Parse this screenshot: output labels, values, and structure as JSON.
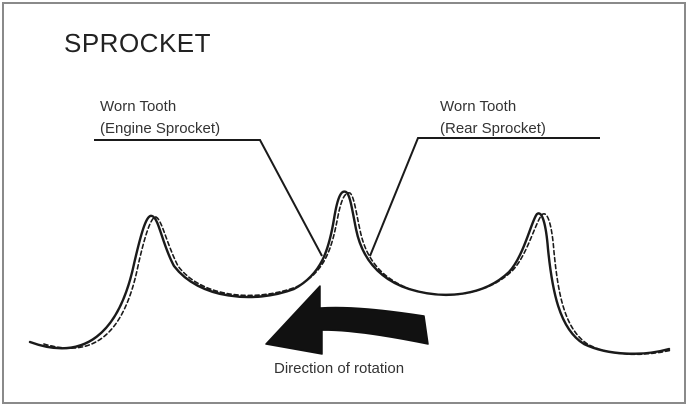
{
  "title": "SPROCKET",
  "labels": {
    "worn_engine_line1": "Worn Tooth",
    "worn_engine_line2": "(Engine Sprocket)",
    "worn_rear_line1": "Worn Tooth",
    "worn_rear_line2": "(Rear Sprocket)",
    "rotation_caption": "Direction of rotation"
  },
  "colors": {
    "ink": "#1a1a1a",
    "frame": "#8a8a8a"
  },
  "icons": {
    "rotation_arrow": "left-arrow-icon"
  }
}
